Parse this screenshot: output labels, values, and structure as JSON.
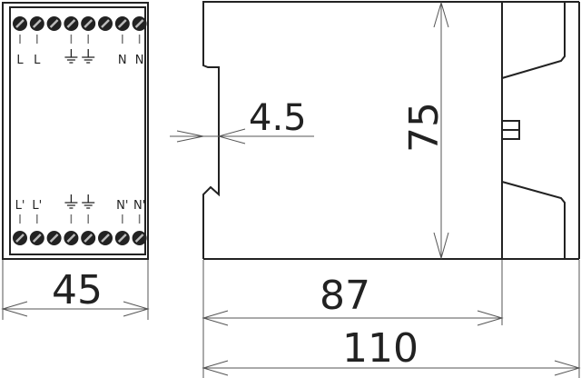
{
  "front_view": {
    "top_labels": [
      "L",
      "L",
      "⏚",
      "⏚",
      "N",
      "N"
    ],
    "bottom_labels": [
      "L'",
      "L'",
      "⏚",
      "⏚",
      "N'",
      "N'"
    ],
    "terminal_count": 8
  },
  "dimensions": {
    "width_front": "45",
    "depth_body": "87",
    "depth_total": "110",
    "height": "75",
    "rail_offset": "4.5"
  },
  "colors": {
    "line": "#222222"
  }
}
